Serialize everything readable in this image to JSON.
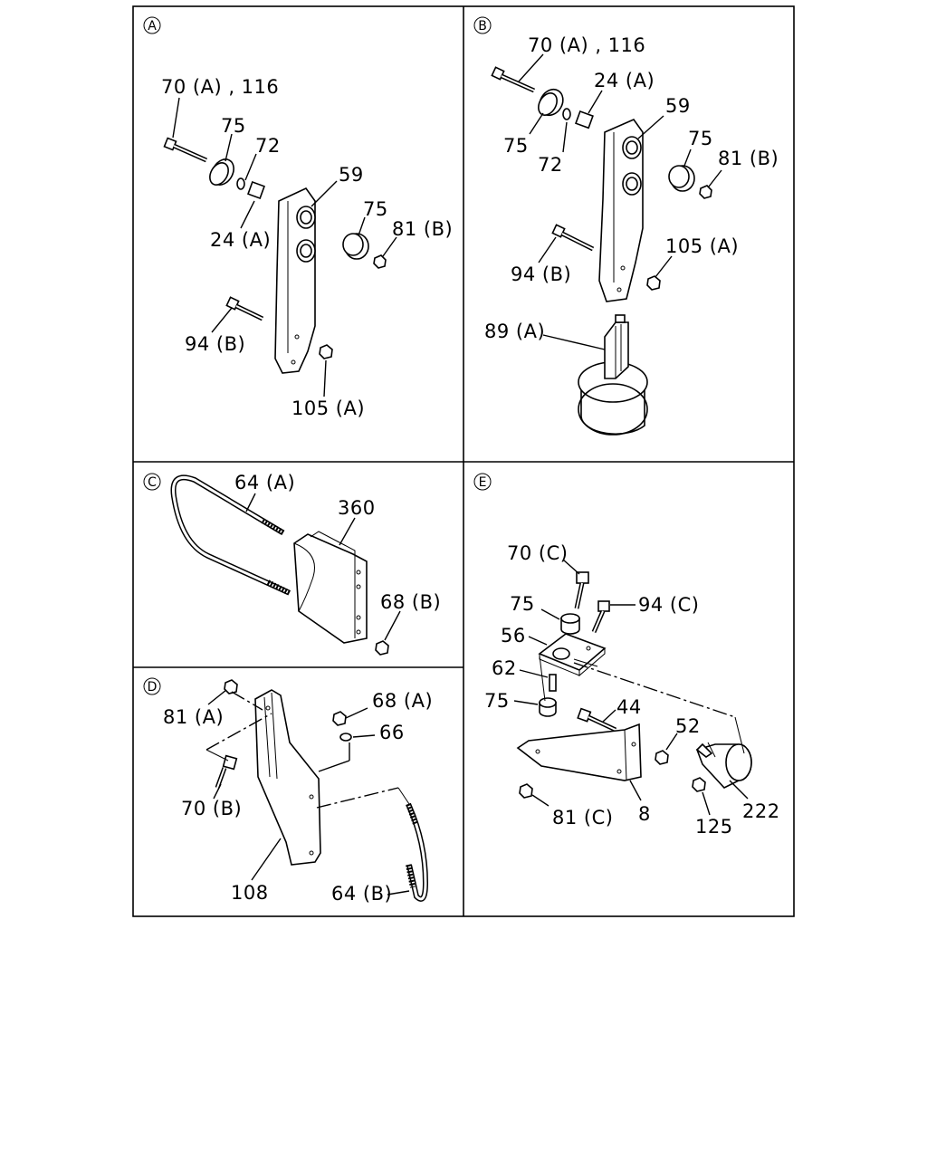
{
  "panels": {
    "A": {
      "marker": "A",
      "labels": {
        "bolt": "70 (A) , 116",
        "washer_large": "75",
        "washer_small": "72",
        "spacer": "24 (A)",
        "bracket": "59",
        "cushion": "75",
        "nut_top": "81 (B)",
        "bolt_side": "94 (B)",
        "nut_bottom": "105 (A)"
      }
    },
    "B": {
      "marker": "B",
      "labels": {
        "bolt": "70 (A) , 116",
        "spacer": "24 (A)",
        "bracket": "59",
        "washer_large": "75",
        "washer_small": "72",
        "cushion": "75",
        "nut_top": "81 (B)",
        "nut_bottom": "105 (A)",
        "bolt_side": "94 (B)",
        "clamp": "89 (A)"
      }
    },
    "C": {
      "marker": "C",
      "labels": {
        "ubolt": "64 (A)",
        "bracket": "360",
        "nut": "68 (B)"
      }
    },
    "D": {
      "marker": "D",
      "labels": {
        "nut_a": "81 (A)",
        "nut_b": "68 (A)",
        "washer": "66",
        "bolt": "70 (B)",
        "bracket": "108",
        "ubolt": "64 (B)"
      }
    },
    "E": {
      "marker": "E",
      "labels": {
        "bolt_top": "70 (C)",
        "cushion_top": "75",
        "bolt_side": "94 (C)",
        "plate": "56",
        "pin": "62",
        "cushion_bottom": "75",
        "bolt_mid": "44",
        "nut_mid": "52",
        "nut_bottom": "81 (C)",
        "bracket": "8",
        "clamp_nut": "125",
        "clamp": "222"
      }
    }
  }
}
